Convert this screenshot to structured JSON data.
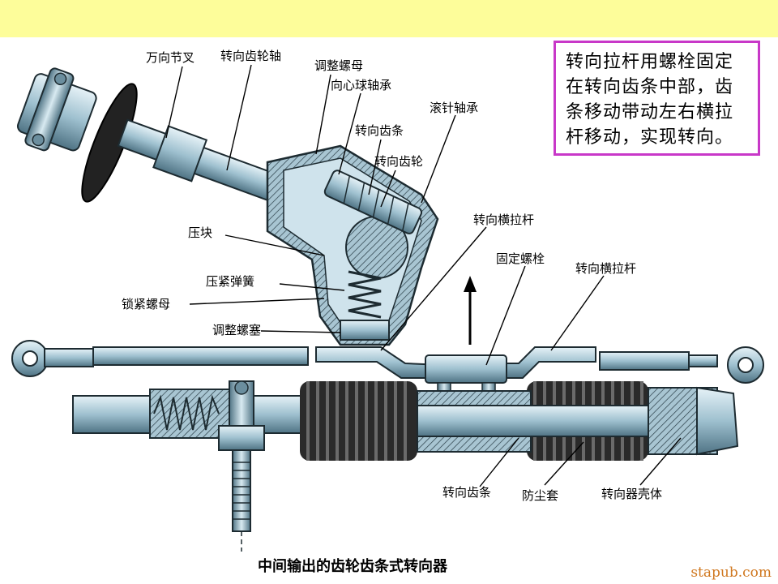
{
  "labels": {
    "universal_joint": "万向节叉",
    "pinion_shaft": "转向齿轮轴",
    "adjust_nut": "调整螺母",
    "ball_bearing": "向心球轴承",
    "needle_bearing": "滚针轴承",
    "rack_top": "转向齿条",
    "pinion": "转向齿轮",
    "pressure_block": "压块",
    "pressure_spring": "压紧弹簧",
    "lock_nut": "锁紧螺母",
    "adjust_plug": "调整螺塞",
    "tie_rod_left": "转向横拉杆",
    "fixing_bolt": "固定螺栓",
    "tie_rod_right": "转向横拉杆",
    "rack_bottom": "转向齿条",
    "dust_cover": "防尘套",
    "housing": "转向器壳体"
  },
  "caption": "中间输出的齿轮齿条式转向器",
  "note": "转向拉杆用螺栓固定在转向齿条中部，齿条移动带动左右横拉杆移动，实现转向。",
  "watermark": "stapub.com",
  "colors": {
    "band": "#fdfd9a",
    "note_border": "#c838c8",
    "metal_light": "#cfe3ec",
    "metal_mid": "#8fb3c4",
    "metal_dark": "#4b6f80",
    "watermark": "#d07820"
  }
}
